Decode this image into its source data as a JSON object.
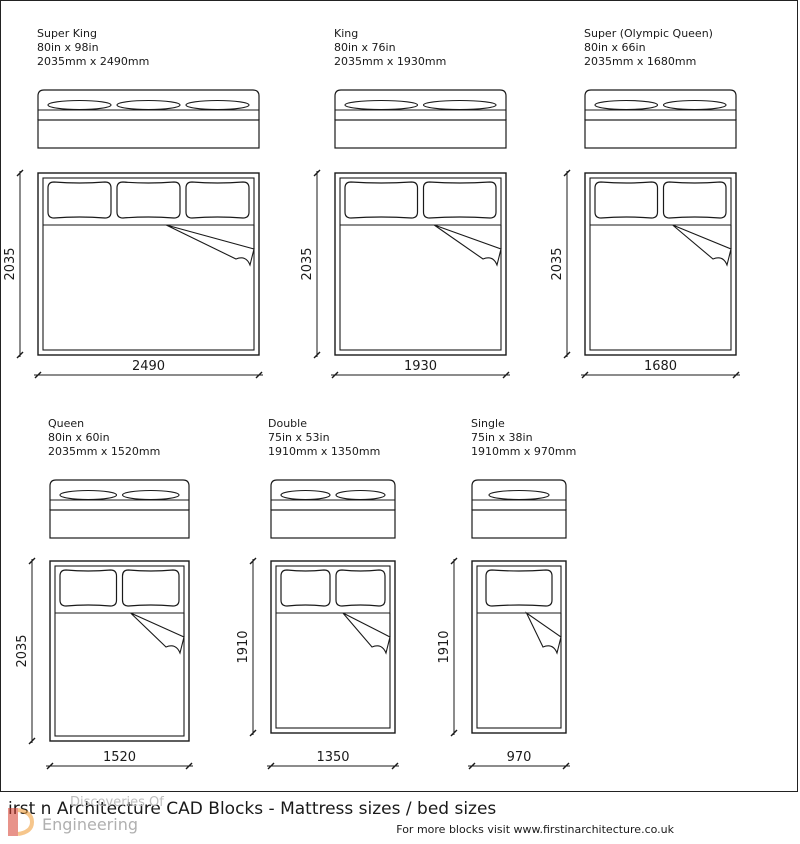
{
  "beds": [
    {
      "name": "Super King",
      "imperial": "80in x 98in",
      "metric": "2035mm x 2490mm",
      "length_mm": "2035",
      "width_mm": "2490",
      "pillows": 3
    },
    {
      "name": "King",
      "imperial": "80in x 76in",
      "metric": "2035mm x 1930mm",
      "length_mm": "2035",
      "width_mm": "1930",
      "pillows": 2
    },
    {
      "name": "Super (Olympic Queen)",
      "imperial": "80in x 66in",
      "metric": "2035mm x 1680mm",
      "length_mm": "2035",
      "width_mm": "1680",
      "pillows": 2
    },
    {
      "name": "Queen",
      "imperial": "80in x 60in",
      "metric": "2035mm x 1520mm",
      "length_mm": "2035",
      "width_mm": "1520",
      "pillows": 2
    },
    {
      "name": "Double",
      "imperial": "75in x 53in",
      "metric": "1910mm x 1350mm",
      "length_mm": "1910",
      "width_mm": "1350",
      "pillows": 2
    },
    {
      "name": "Single",
      "imperial": "75in x 38in",
      "metric": "1910mm x 970mm",
      "length_mm": "1910",
      "width_mm": "970",
      "pillows": 1
    }
  ],
  "footer": {
    "title": "irst n Architecture  CAD Blocks - Mattress sizes / bed sizes",
    "subtitle": "For more blocks visit www.firstinarchitecture.co.uk"
  },
  "watermark": {
    "line1": "Discoveries Of",
    "line2": "Engineering"
  }
}
